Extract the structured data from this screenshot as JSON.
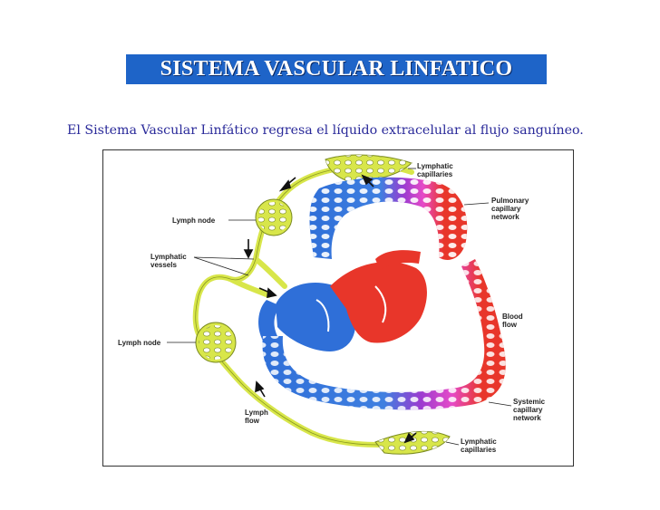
{
  "title": "SISTEMA VASCULAR LINFATICO",
  "intro_text": "El Sistema Vascular Linfático  regresa el líquido extracelular al flujo sanguíneo.",
  "diagram_labels": {
    "lymphatic_capillaries_top_1": "Lymphatic",
    "lymphatic_capillaries_top_2": "capillaries",
    "pulmonary_1": "Pulmonary",
    "pulmonary_2": "capillary",
    "pulmonary_3": "network",
    "lymph_node_top": "Lymph node",
    "lymphatic_vessels_1": "Lymphatic",
    "lymphatic_vessels_2": "vessels",
    "blood_flow_1": "Blood",
    "blood_flow_2": "flow",
    "lymph_node_bottom": "Lymph node",
    "systemic_1": "Systemic",
    "systemic_2": "capillary",
    "systemic_3": "network",
    "lymph_flow_1": "Lymph",
    "lymph_flow_2": "flow",
    "lymphatic_capillaries_bottom_1": "Lymphatic",
    "lymphatic_capillaries_bottom_2": "capillaries"
  },
  "colors": {
    "title_bg": "#1e64c8",
    "intro_text": "#2a2a9a",
    "lymph_yellow": "#d8e64a",
    "venous_blue": "#2f6fd8",
    "arterial_red": "#e8362a",
    "capillary_purple": "#9b3bd0",
    "capillary_pink": "#e64ac8"
  }
}
